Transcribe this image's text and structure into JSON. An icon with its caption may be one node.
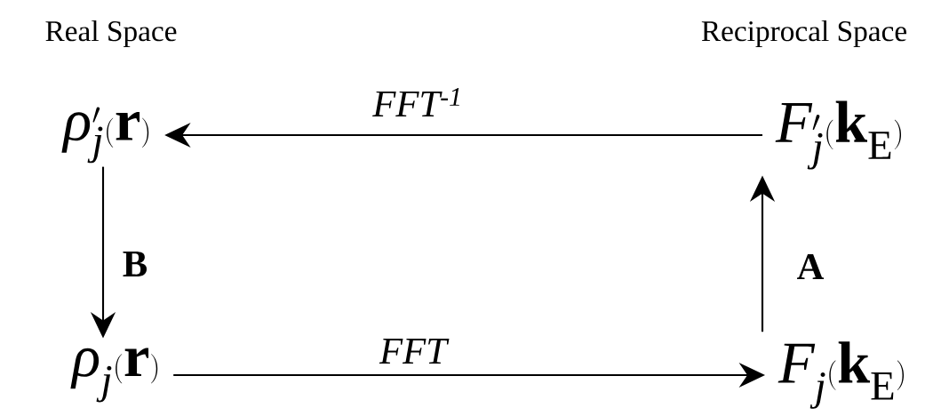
{
  "diagram": {
    "nodes": [
      {
        "text": [
          "\\rho'_{j}(\\mathbf{r})"
        ]
      },
      {
        "text": [
          "F'_{j}(\\mathbf{k}_{\\mathrm{E}})"
        ]
      },
      {
        "text": [
          "\\rho_{j}(\\mathbf{r})"
        ]
      },
      {
        "text": [
          "F_{j}(\\mathbf{k}_{\\mathrm{E}})"
        ]
      }
    ],
    "edges": [
      {
        "from": 1,
        "to": 0,
        "arrow": "to",
        "label": "FFT$^{-1}$"
      },
      {
        "from": 0,
        "to": 2,
        "arrow": "to",
        "label": "B"
      },
      {
        "from": 2,
        "to": 3,
        "arrow": "to",
        "label": "FFT"
      },
      {
        "from": 3,
        "to": 1,
        "arrow": "to",
        "label": "A"
      }
    ],
    "labels": [
      "Real Space",
      "Reciprocal Space"
    ]
  }
}
